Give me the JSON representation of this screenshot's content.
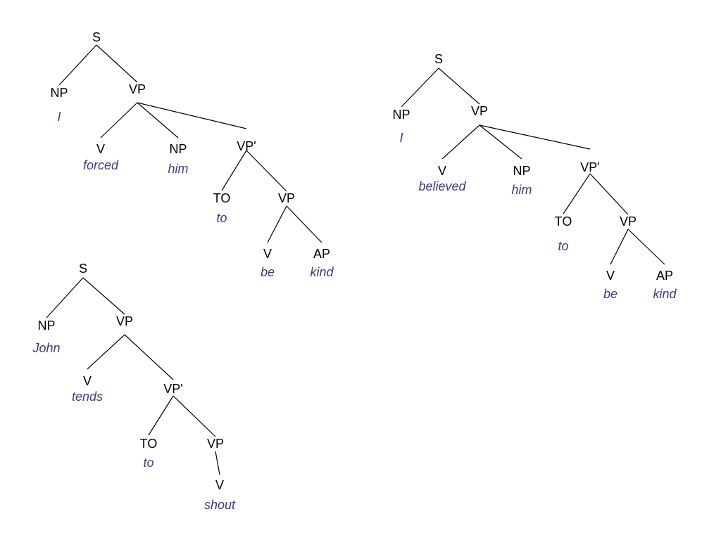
{
  "colors": {
    "category": "#000000",
    "word": "#3a3a8c",
    "edge": "#000000",
    "background": "#ffffff"
  },
  "trees": [
    {
      "id": "forced",
      "nodes": [
        {
          "id": "s",
          "label": "S"
        },
        {
          "id": "np",
          "label": "NP",
          "word": "I"
        },
        {
          "id": "vp",
          "label": "VP"
        },
        {
          "id": "v",
          "label": "V",
          "word": "forced"
        },
        {
          "id": "np2",
          "label": "NP",
          "word": "him"
        },
        {
          "id": "vpbar",
          "label": "VP'"
        },
        {
          "id": "to",
          "label": "TO",
          "word": "to"
        },
        {
          "id": "vp2",
          "label": "VP"
        },
        {
          "id": "v2",
          "label": "V",
          "word": "be"
        },
        {
          "id": "ap",
          "label": "AP",
          "word": "kind"
        }
      ],
      "edges": [
        [
          "s",
          "np"
        ],
        [
          "s",
          "vp"
        ],
        [
          "vp",
          "v"
        ],
        [
          "vp",
          "np2"
        ],
        [
          "vp",
          "vpbar"
        ],
        [
          "vpbar",
          "to"
        ],
        [
          "vpbar",
          "vp2"
        ],
        [
          "vp2",
          "v2"
        ],
        [
          "vp2",
          "ap"
        ]
      ]
    },
    {
      "id": "believed",
      "nodes": [
        {
          "id": "s",
          "label": "S"
        },
        {
          "id": "np",
          "label": "NP",
          "word": "I"
        },
        {
          "id": "vp",
          "label": "VP"
        },
        {
          "id": "v",
          "label": "V",
          "word": "believed"
        },
        {
          "id": "np2",
          "label": "NP",
          "word": "him"
        },
        {
          "id": "vpbar",
          "label": "VP'"
        },
        {
          "id": "to",
          "label": "TO",
          "word": "to"
        },
        {
          "id": "vp2",
          "label": "VP"
        },
        {
          "id": "v2",
          "label": "V",
          "word": "be"
        },
        {
          "id": "ap",
          "label": "AP",
          "word": "kind"
        }
      ],
      "edges": [
        [
          "s",
          "np"
        ],
        [
          "s",
          "vp"
        ],
        [
          "vp",
          "v"
        ],
        [
          "vp",
          "np2"
        ],
        [
          "vp",
          "vpbar"
        ],
        [
          "vpbar",
          "to"
        ],
        [
          "vpbar",
          "vp2"
        ],
        [
          "vp2",
          "v2"
        ],
        [
          "vp2",
          "ap"
        ]
      ]
    },
    {
      "id": "tends",
      "nodes": [
        {
          "id": "s",
          "label": "S"
        },
        {
          "id": "np",
          "label": "NP",
          "word": "John"
        },
        {
          "id": "vp",
          "label": "VP"
        },
        {
          "id": "v",
          "label": "V",
          "word": "tends"
        },
        {
          "id": "vpbar",
          "label": "VP'"
        },
        {
          "id": "to",
          "label": "TO",
          "word": "to"
        },
        {
          "id": "vp2",
          "label": "VP"
        },
        {
          "id": "v2",
          "label": "V",
          "word": "shout"
        }
      ],
      "edges": [
        [
          "s",
          "np"
        ],
        [
          "s",
          "vp"
        ],
        [
          "vp",
          "v"
        ],
        [
          "vp",
          "vpbar"
        ],
        [
          "vpbar",
          "to"
        ],
        [
          "vpbar",
          "vp2"
        ],
        [
          "vp2",
          "v2"
        ]
      ]
    }
  ]
}
